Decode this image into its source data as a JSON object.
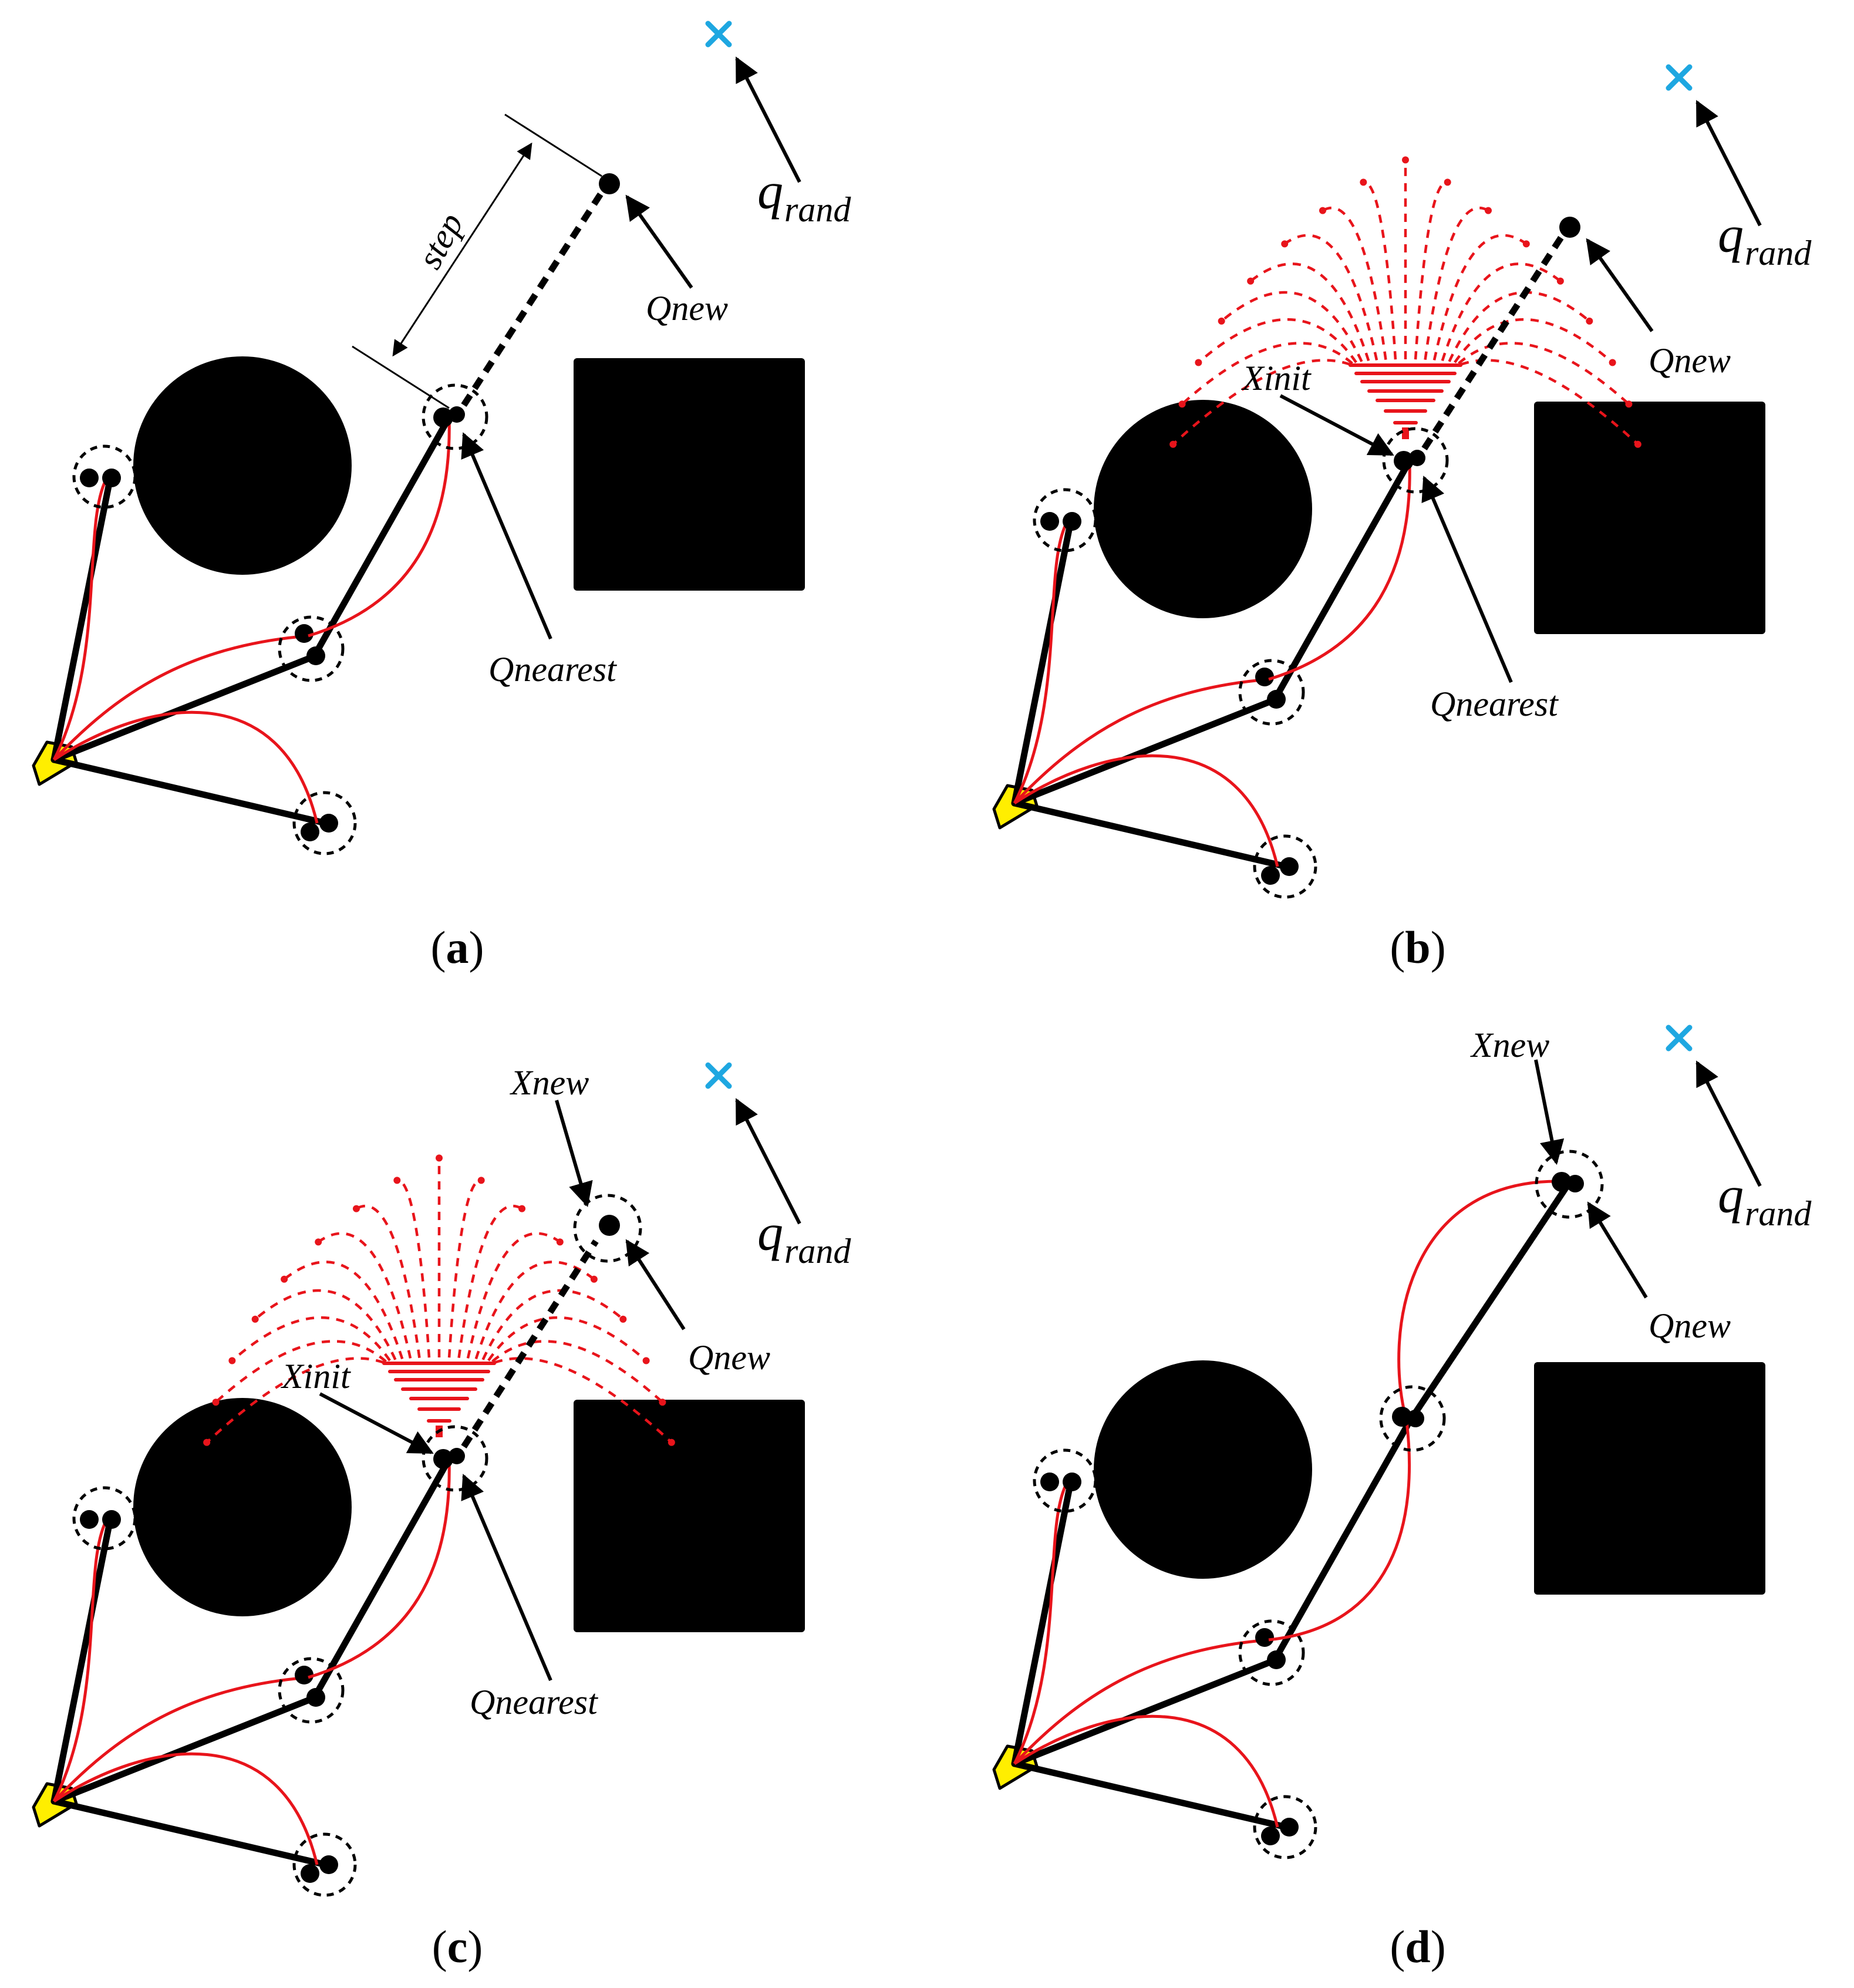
{
  "colors": {
    "obstacle": "#000000",
    "tree_edge": "#000000",
    "red_path": "#e8141b",
    "root_marker": "#ffee00",
    "goal_cross": "#1ea7e1"
  },
  "icons": {
    "goal": "cross-mark-icon",
    "root": "yellow-pentagon-root-icon"
  },
  "panels": [
    {
      "id": "a",
      "caption_open": "(",
      "caption_letter": "a",
      "caption_close": ")",
      "labels": {
        "qrand_main": "q",
        "qrand_sub": "rand",
        "qnew": "Qnew",
        "qnearest": "Qnearest",
        "step": "step"
      }
    },
    {
      "id": "b",
      "caption_open": "(",
      "caption_letter": "b",
      "caption_close": ")",
      "labels": {
        "qrand_main": "q",
        "qrand_sub": "rand",
        "qnew": "Qnew",
        "qnearest": "Qnearest",
        "xinit": "Xinit"
      }
    },
    {
      "id": "c",
      "caption_open": "(",
      "caption_letter": "c",
      "caption_close": ")",
      "labels": {
        "qrand_main": "q",
        "qrand_sub": "rand",
        "qnew": "Qnew",
        "qnearest": "Qnearest",
        "xinit": "Xinit",
        "xnew": "Xnew"
      }
    },
    {
      "id": "d",
      "caption_open": "(",
      "caption_letter": "d",
      "caption_close": ")",
      "labels": {
        "qrand_main": "q",
        "qrand_sub": "rand",
        "qnew": "Qnew",
        "xnew": "Xnew"
      }
    }
  ]
}
